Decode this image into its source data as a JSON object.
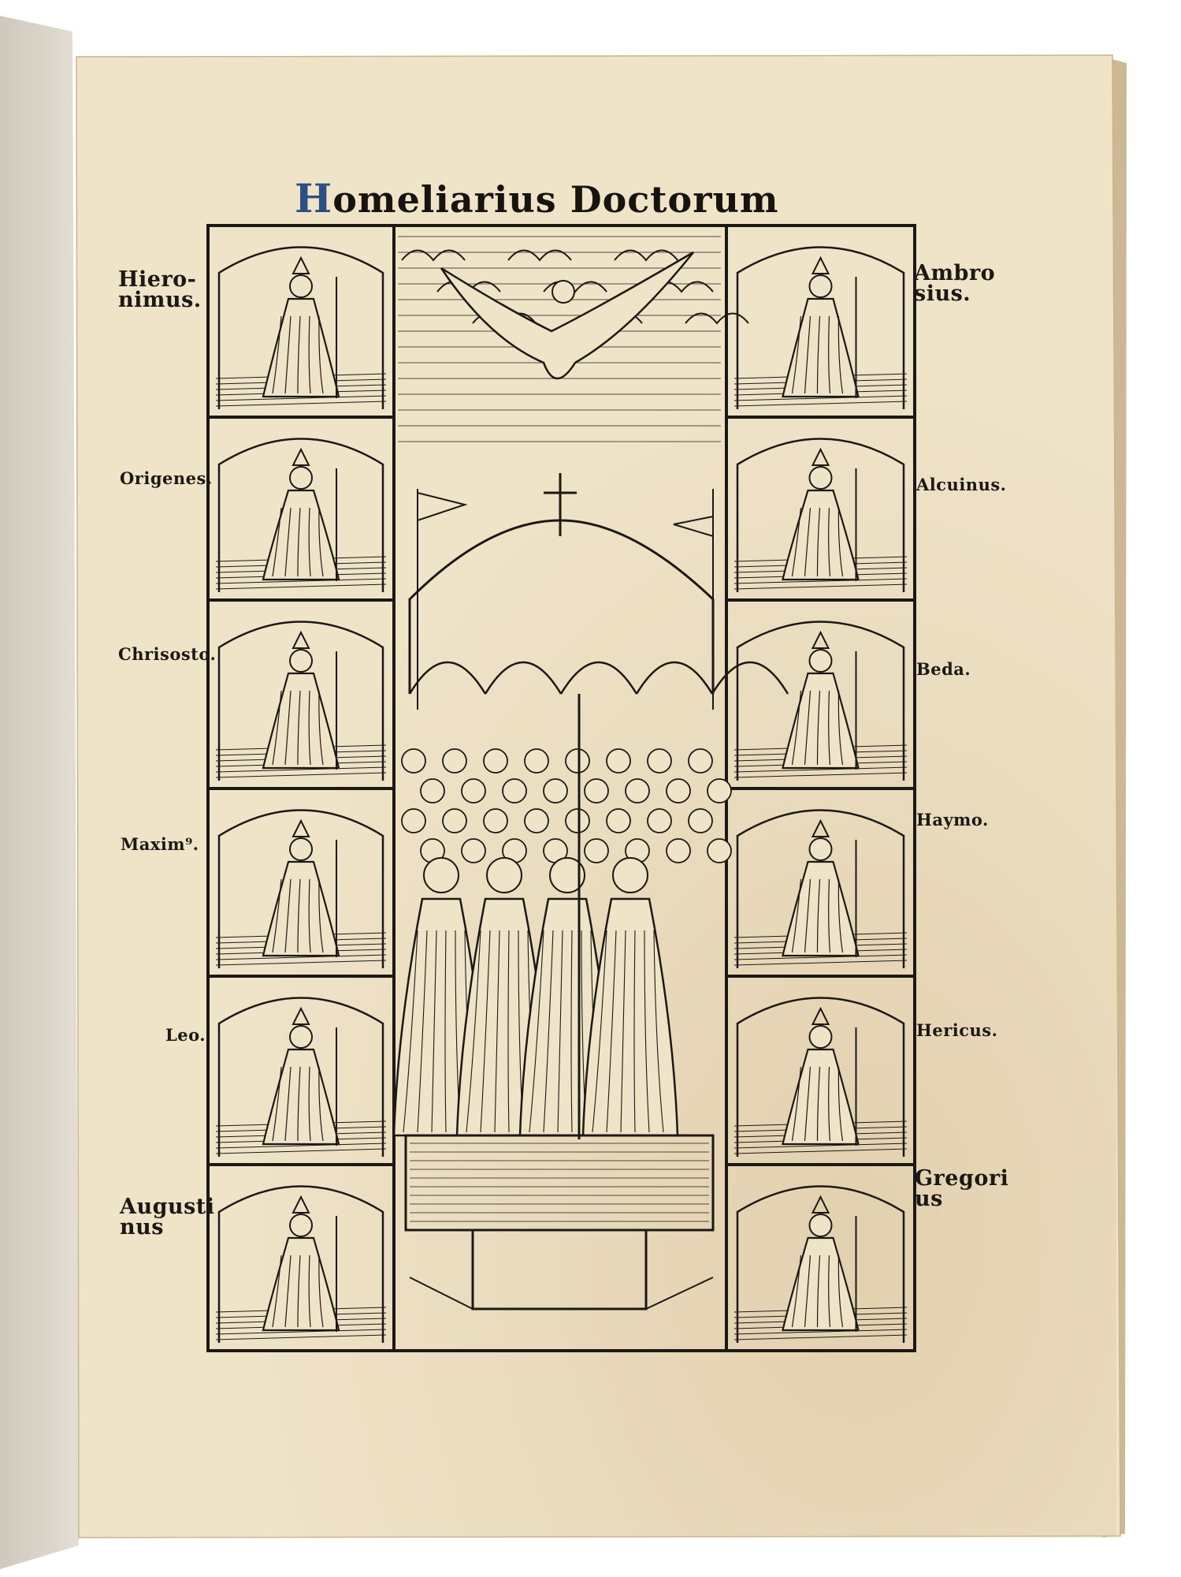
{
  "title": {
    "initial": "H",
    "rest": "omeliarius Doctorum"
  },
  "left_labels": [
    {
      "line1": "Hiero-",
      "line2": "nimus."
    },
    {
      "line1": "Origenes.",
      "line2": ""
    },
    {
      "line1": "Chrisosto.",
      "line2": ""
    },
    {
      "line1": "Maxim⁹.",
      "line2": ""
    },
    {
      "line1": "Leo.",
      "line2": ""
    },
    {
      "line1": "Augusti",
      "line2": "nus"
    }
  ],
  "right_labels": [
    {
      "line1": "Ambro",
      "line2": "sius."
    },
    {
      "line1": "Alcuinus.",
      "line2": ""
    },
    {
      "line1": "Beda.",
      "line2": ""
    },
    {
      "line1": "Haymo.",
      "line2": ""
    },
    {
      "line1": "Hericus.",
      "line2": ""
    },
    {
      "line1": "Gregori",
      "line2": "us"
    }
  ],
  "colors": {
    "paper": "#efe3c8",
    "ink": "#1c1915",
    "rubric_blue": "#2c4f86",
    "flyleaf": "#d9d3c7"
  }
}
